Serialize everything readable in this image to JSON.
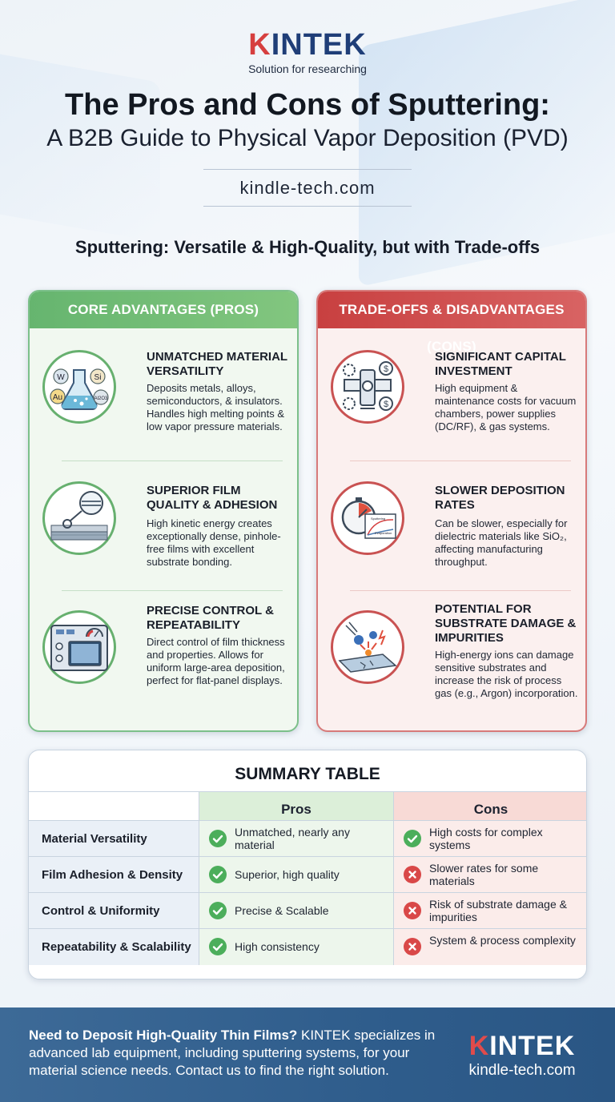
{
  "brand": {
    "logo_first": "K",
    "logo_rest": "INTEK",
    "tagline": "Solution for researching"
  },
  "header": {
    "title": "The Pros and Cons of Sputtering:",
    "subtitle": "A B2B Guide to Physical Vapor Deposition (PVD)",
    "domain": "kindle-tech.com"
  },
  "section_title": "Sputtering: Versatile & High-Quality, but with Trade-offs",
  "pros": {
    "heading": "CORE ADVANTAGES (PROS)",
    "color": "#6ab46f",
    "items": [
      {
        "title": "Unmatched Material Versatility",
        "desc": "Deposits metals, alloys, semiconductors, & insulators. Handles high melting points & low vapor pressure materials.",
        "icon": "flask-elements-icon",
        "icon_labels": [
          "W",
          "Si",
          "Au",
          "Al2O3"
        ]
      },
      {
        "title": "Superior Film Quality & Adhesion",
        "desc": "High kinetic energy creates exceptionally dense, pinhole-free films with excellent substrate bonding.",
        "icon": "film-layers-magnifier-icon"
      },
      {
        "title": "Precise Control & Repeatability",
        "desc": "Direct control of film thickness and properties. Allows for uniform large-area deposition, perfect for flat-panel displays.",
        "icon": "control-panel-icon"
      }
    ]
  },
  "cons": {
    "heading": "TRADE-OFFS & DISADVANTAGES (CONS)",
    "color": "#cc4a4a",
    "items": [
      {
        "title": "Significant Capital Investment",
        "desc": "High equipment & maintenance costs for vacuum chambers, power supplies (DC/RF), & gas systems.",
        "icon": "equipment-cost-icon"
      },
      {
        "title": "Slower Deposition Rates",
        "desc": "Can be slower, especially for dielectric materials like SiO₂, affecting manufacturing throughput.",
        "icon": "stopwatch-chart-icon",
        "icon_labels": [
          "Sputtering",
          "Evaporation"
        ]
      },
      {
        "title": "Potential for Substrate Damage & Impurities",
        "desc": "High-energy ions can damage sensitive substrates and increase the risk of process gas (e.g., Argon) incorporation.",
        "icon": "ion-impact-icon"
      }
    ]
  },
  "summary": {
    "title": "SUMMARY TABLE",
    "col_pros": "Pros",
    "col_cons": "Cons",
    "rows": [
      {
        "label": "Material Versatility",
        "pro": "Unmatched, nearly any material",
        "pro_status": "check",
        "con": "High costs for complex systems",
        "con_status": "check"
      },
      {
        "label": "Film Adhesion & Density",
        "pro": "Superior, high quality",
        "pro_status": "check",
        "con": "Slower rates for some materials",
        "con_status": "cross"
      },
      {
        "label": "Control & Uniformity",
        "pro": "Precise & Scalable",
        "pro_status": "check",
        "con": "Risk of substrate damage & impurities",
        "con_status": "cross"
      },
      {
        "label": "Repeatability & Scalability",
        "pro": "High consistency",
        "pro_status": "check",
        "con": "System & process complexity",
        "con_status": "cross"
      }
    ]
  },
  "footer": {
    "lead": "Need to Deposit High-Quality Thin Films?",
    "body": " KINTEK specializes in advanced lab equipment, including sputtering systems, for your material science needs. Contact us to find the right solution.",
    "logo_first": "K",
    "logo_rest": "INTEK",
    "url": "kindle-tech.com"
  }
}
